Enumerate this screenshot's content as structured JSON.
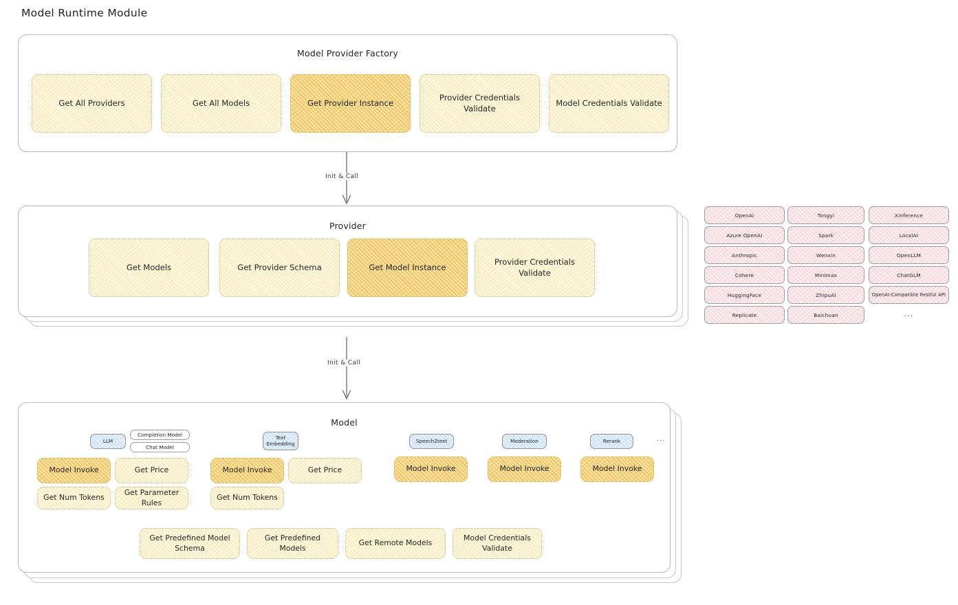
{
  "page": {
    "title": "Model Runtime Module"
  },
  "factory": {
    "title": "Model Provider Factory",
    "boxes": [
      {
        "label": "Get All Providers",
        "highlight": false
      },
      {
        "label": "Get All Models",
        "highlight": false
      },
      {
        "label": "Get Provider Instance",
        "highlight": true
      },
      {
        "label": "Provider Credentials Validate",
        "highlight": false
      },
      {
        "label": "Model Credentials Validate",
        "highlight": false
      }
    ]
  },
  "connector1": {
    "label": "Init & Call"
  },
  "provider": {
    "title": "Provider",
    "boxes": [
      {
        "label": "Get Models",
        "highlight": false
      },
      {
        "label": "Get Provider Schema",
        "highlight": false
      },
      {
        "label": "Get Model Instance",
        "highlight": true
      },
      {
        "label": "Provider Credentials Validate",
        "highlight": false
      }
    ]
  },
  "provider_list": {
    "column1": [
      "OpenAI",
      "Azure OpenAI",
      "Anthropic",
      "Cohere",
      "HuggingFace",
      "Replicate"
    ],
    "column2": [
      "Tongyi",
      "Spark",
      "Wenxin",
      "Minimax",
      "ZhipuAI",
      "Baichuan"
    ],
    "column3": [
      "Xinference",
      "LocalAI",
      "OpenLLM",
      "ChatGLM",
      "OpenAI-Compatible Restful API"
    ],
    "more": "..."
  },
  "connector2": {
    "label": "Init & Call"
  },
  "model": {
    "title": "Model",
    "more": "...",
    "types": [
      {
        "name": "LLM",
        "sub": [
          "Completion Model",
          "Chat Model"
        ]
      },
      {
        "name": "Text Embedding",
        "sub": []
      },
      {
        "name": "Speech2text",
        "sub": []
      },
      {
        "name": "Moderation",
        "sub": []
      },
      {
        "name": "Rerank",
        "sub": []
      }
    ],
    "llm_ops": [
      {
        "label": "Model Invoke",
        "highlight": true
      },
      {
        "label": "Get Price",
        "highlight": false
      },
      {
        "label": "Get Num Tokens",
        "highlight": false
      },
      {
        "label": "Get Parameter Rules",
        "highlight": false
      }
    ],
    "embedding_ops": [
      {
        "label": "Model Invoke",
        "highlight": true
      },
      {
        "label": "Get Price",
        "highlight": false
      },
      {
        "label": "Get Num Tokens",
        "highlight": false
      }
    ],
    "speech_ops": [
      {
        "label": "Model Invoke",
        "highlight": true
      }
    ],
    "moderation_ops": [
      {
        "label": "Model Invoke",
        "highlight": true
      }
    ],
    "rerank_ops": [
      {
        "label": "Model Invoke",
        "highlight": true
      }
    ],
    "common_ops": [
      {
        "label": "Get Predefined Model Schema"
      },
      {
        "label": "Get Predefined Models"
      },
      {
        "label": "Get Remote Models"
      },
      {
        "label": "Model Credentials Validate"
      }
    ]
  },
  "colors": {
    "box_fill_light": "#fdf8e3",
    "box_fill_highlight": "#fbe2a4",
    "provider_chip_fill": "#fdeef0",
    "type_chip_fill": "#e4f0fa",
    "panel_border": "#b9bcc0",
    "text": "#1f2022"
  }
}
